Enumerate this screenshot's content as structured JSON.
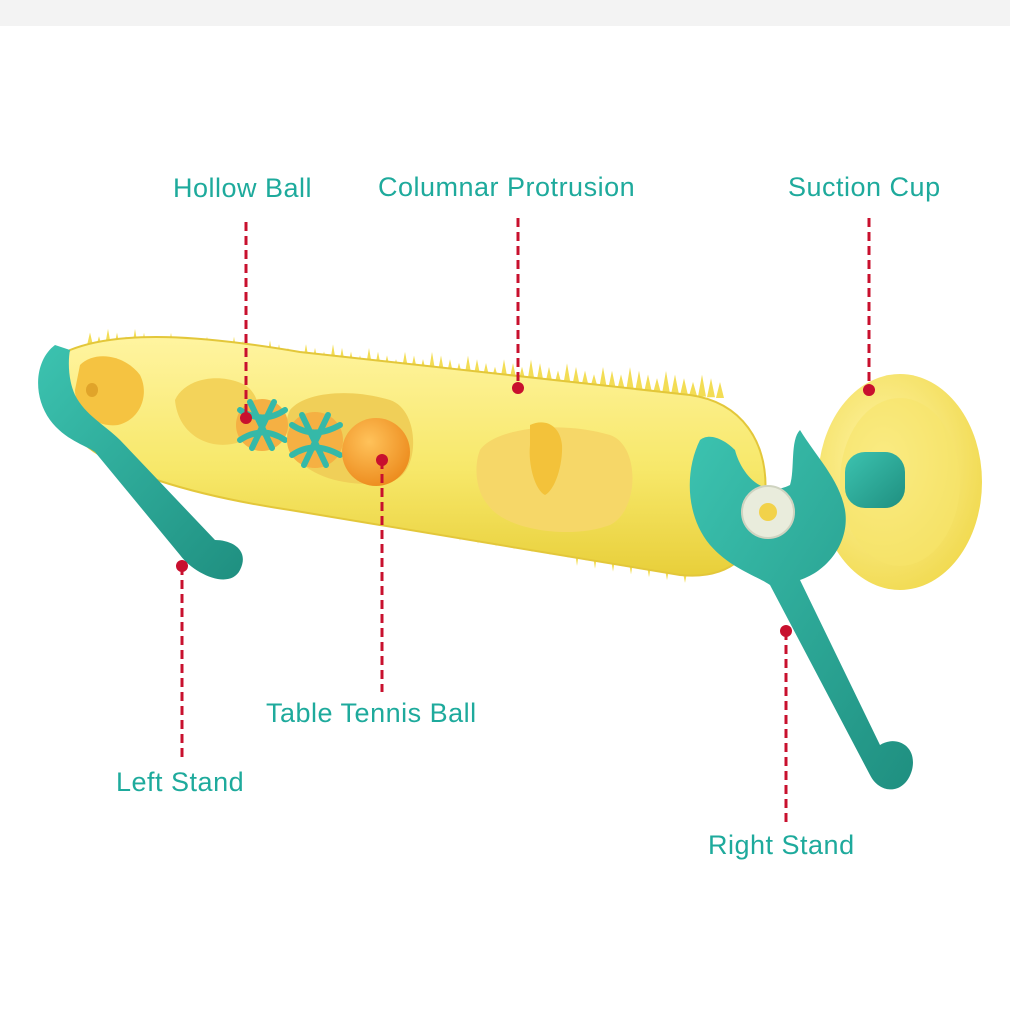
{
  "colors": {
    "label": "#1eaa9c",
    "leader": "#c8102e",
    "body_yellow": "#f7e86a",
    "body_shadow": "#e8cf3a",
    "stand_teal": "#2fb6a3",
    "stand_dark": "#1f8f80",
    "ball_orange": "#f5a02a",
    "hollow_ball_teal": "#35b9a8",
    "topbar": "#f3f3f3"
  },
  "labels": {
    "hollow_ball": "Hollow Ball",
    "columnar_protrusion": "Columnar Protrusion",
    "suction_cup": "Suction Cup",
    "left_stand": "Left Stand",
    "table_tennis_ball": "Table Tennis Ball",
    "right_stand": "Right Stand"
  }
}
